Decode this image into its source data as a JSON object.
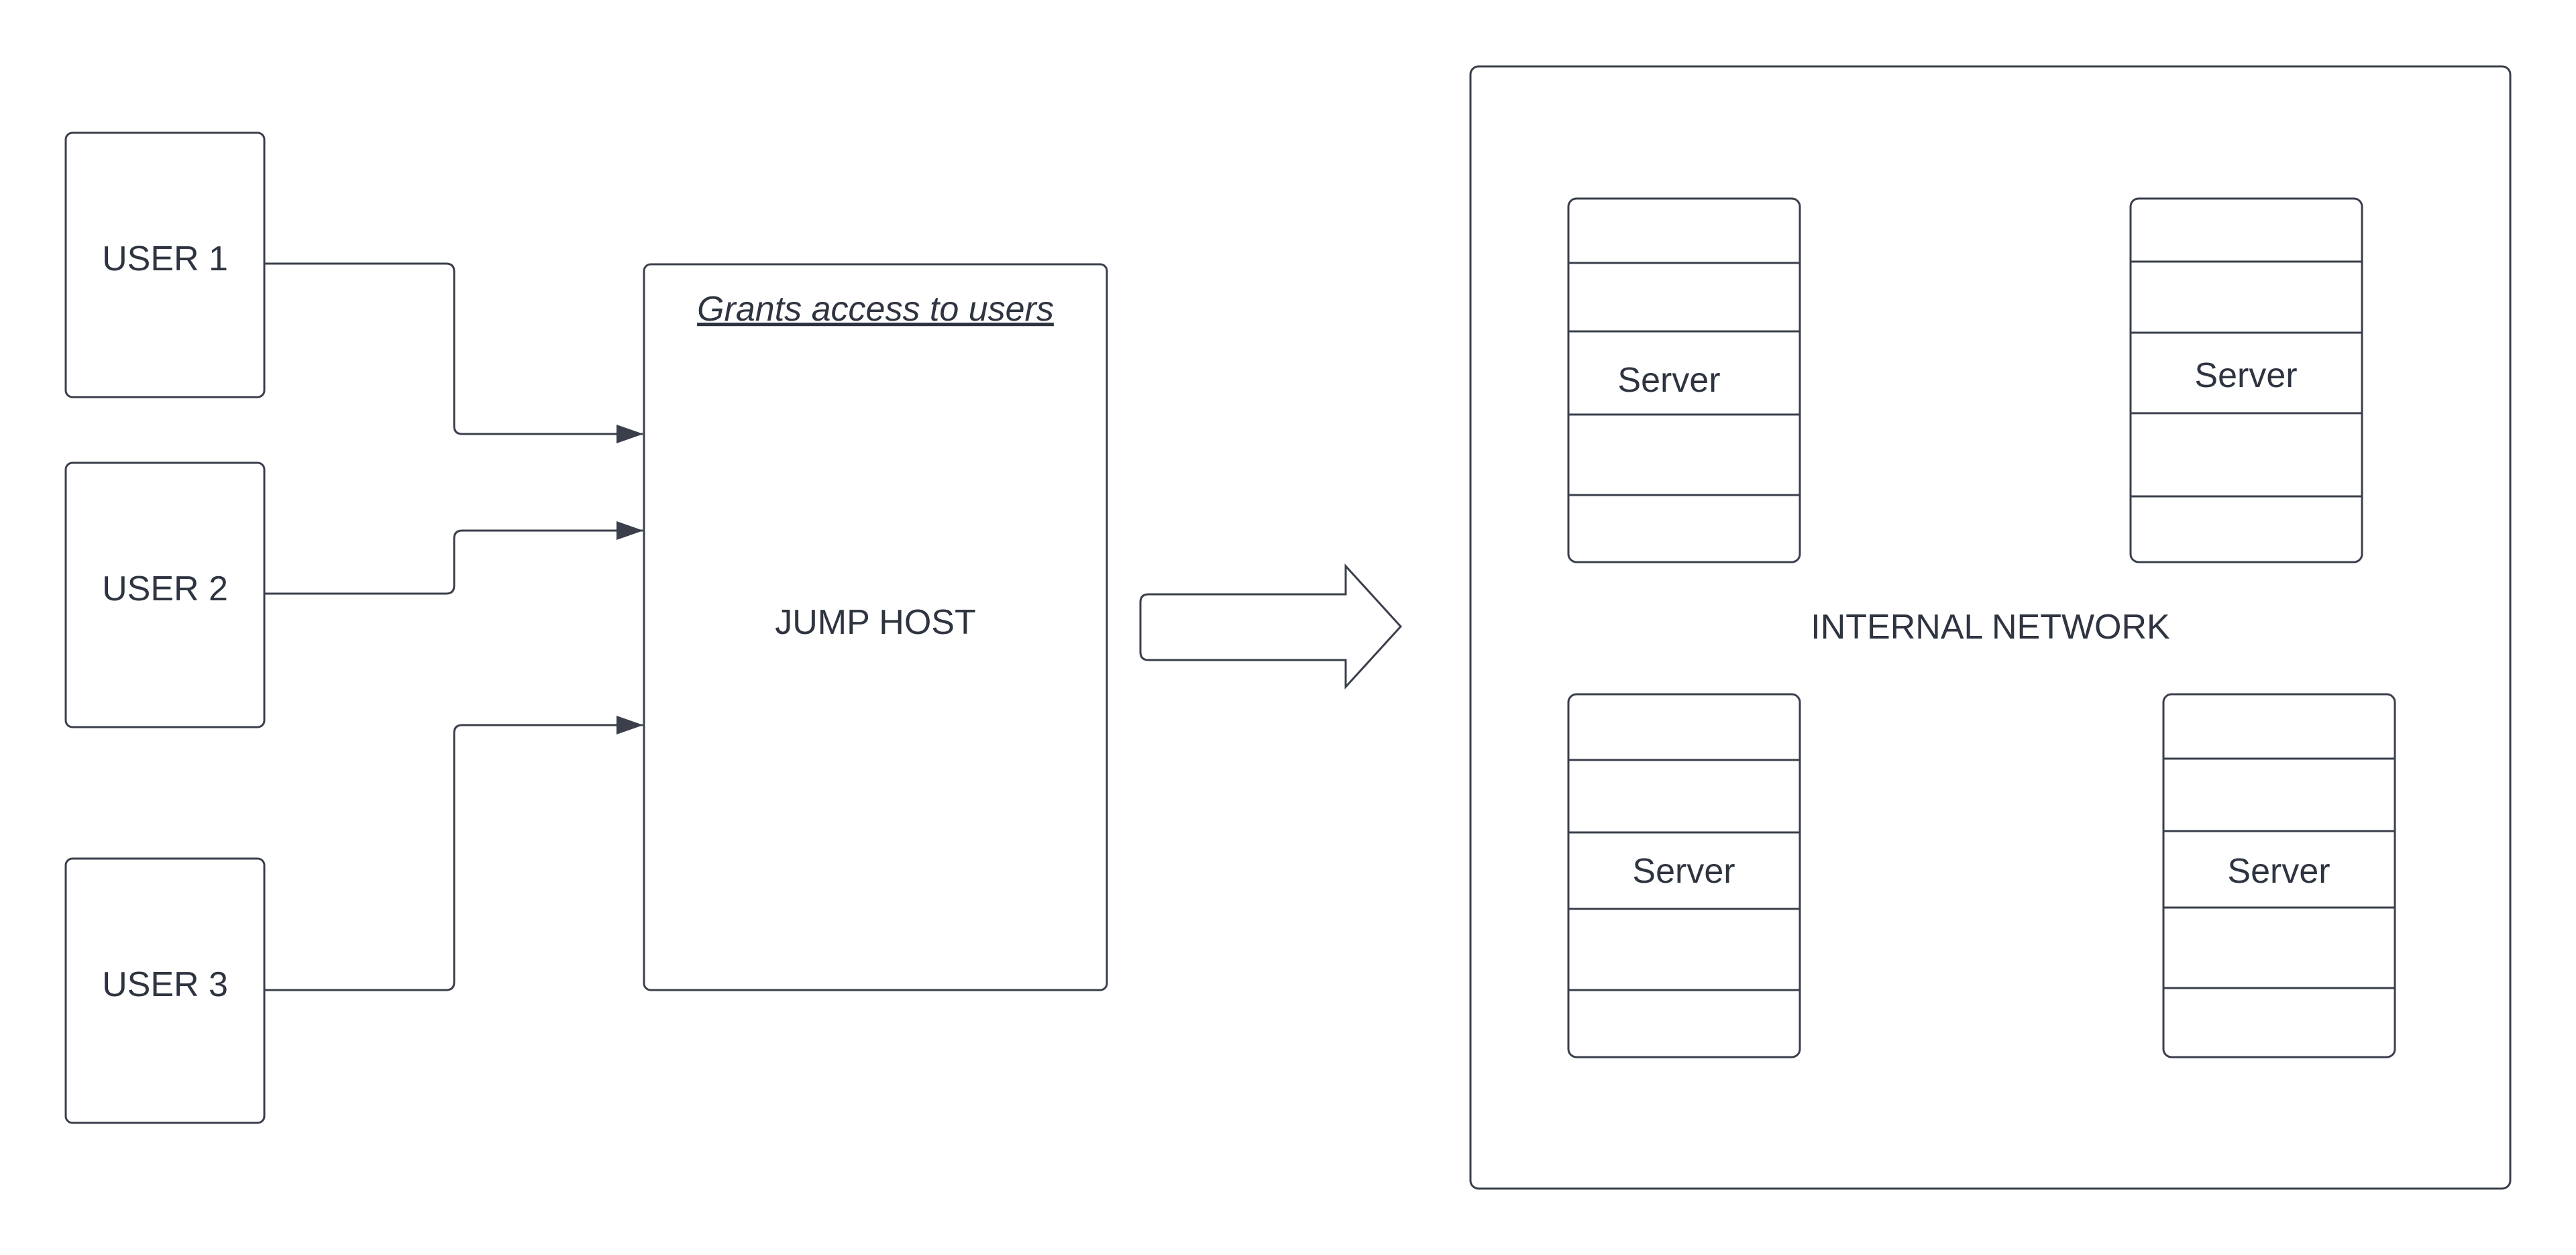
{
  "users": [
    {
      "label": "USER 1"
    },
    {
      "label": "USER 2"
    },
    {
      "label": "USER 3"
    }
  ],
  "jump_host": {
    "label": "JUMP HOST",
    "note": "Grants access to users"
  },
  "network": {
    "label": "INTERNAL NETWORK",
    "servers": [
      {
        "label": "Server"
      },
      {
        "label": "Server"
      },
      {
        "label": "Server"
      },
      {
        "label": "Server"
      }
    ]
  },
  "colors": {
    "stroke": "#3a3f4b",
    "text": "#2e3440",
    "background": "#ffffff"
  },
  "icons": {
    "connector_arrowhead": "arrowhead-icon",
    "flow_arrow": "block-arrow-right-icon"
  }
}
